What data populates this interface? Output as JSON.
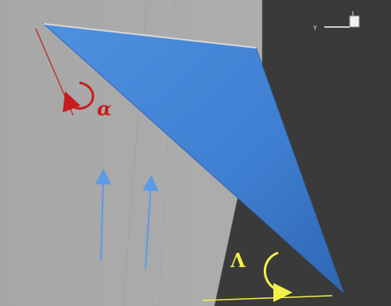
{
  "labels": {
    "alpha": "α",
    "lambda": "Λ",
    "axis_y": "Y"
  },
  "colors": {
    "background_light": "#a9a9a9",
    "background_dark": "#3a3a3a",
    "wing": "#3f7fd1",
    "wing_edge": "#2f67b3",
    "alpha": "#c81c1c",
    "lambda": "#f1f14a",
    "flow": "#5b9ae6"
  },
  "icons": {
    "alpha_rotation": "curved-arrow-icon",
    "lambda_rotation": "curved-arrow-icon",
    "flow_direction": "arrow-up-icon",
    "orientation_axes": "axis-triad-icon"
  }
}
